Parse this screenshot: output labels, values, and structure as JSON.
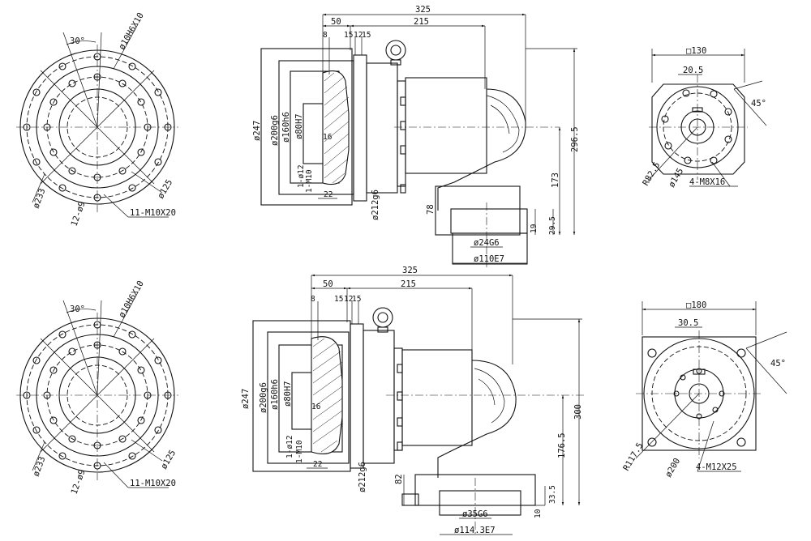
{
  "top": {
    "flange": {
      "angle": "30°",
      "bolt_spec": "ø10H6X10",
      "pcd_outer": "ø233",
      "holes": "12-ø9",
      "pcd_inner": "ø125",
      "tap": "11-M10X20"
    },
    "side": {
      "len_total": "325",
      "len_a": "50",
      "len_b": "215",
      "len_c": "8",
      "len_d": "15",
      "len_e": "12",
      "len_f": "15",
      "d1": "ø247",
      "d2": "ø200g6",
      "d3": "ø160h6",
      "d4": "ø80H7",
      "d5": "ø212g6",
      "depth": "16",
      "tap1": "1-ø12",
      "tap2": "1-M10",
      "w22": "22",
      "h_total": "296.5",
      "h_a": "173",
      "h_b": "78",
      "h_c": "29.5",
      "h_d": "19",
      "shaft": "ø24G6",
      "pilot": "ø110E7"
    },
    "end": {
      "square": "□130",
      "offset": "20.5",
      "angle": "45°",
      "radius": "R82.5",
      "pcd": "ø145",
      "tap": "4-M8X16"
    }
  },
  "bottom": {
    "flange": {
      "angle": "30°",
      "bolt_spec": "ø10H6X10",
      "pcd_outer": "ø233",
      "holes": "12-ø9",
      "pcd_inner": "ø125",
      "tap": "11-M10X20"
    },
    "side": {
      "len_total": "325",
      "len_a": "50",
      "len_b": "215",
      "len_c": "8",
      "len_d": "15",
      "len_e": "12",
      "len_f": "15",
      "d1": "ø247",
      "d2": "ø200g6",
      "d3": "ø160h6",
      "d4": "ø80H7",
      "d5": "ø212g6",
      "depth": "16",
      "tap1": "1-ø12",
      "tap2": "1-M10",
      "w22": "22",
      "h_total": "300",
      "h_a": "176.5",
      "h_b": "82",
      "h_c": "33.5",
      "h_d": "10",
      "shaft": "ø35G6",
      "pilot": "ø114.3E7"
    },
    "end": {
      "square": "□180",
      "offset": "30.5",
      "angle": "45°",
      "radius": "R117.5",
      "pcd": "ø200",
      "tap": "4-M12X25"
    }
  }
}
